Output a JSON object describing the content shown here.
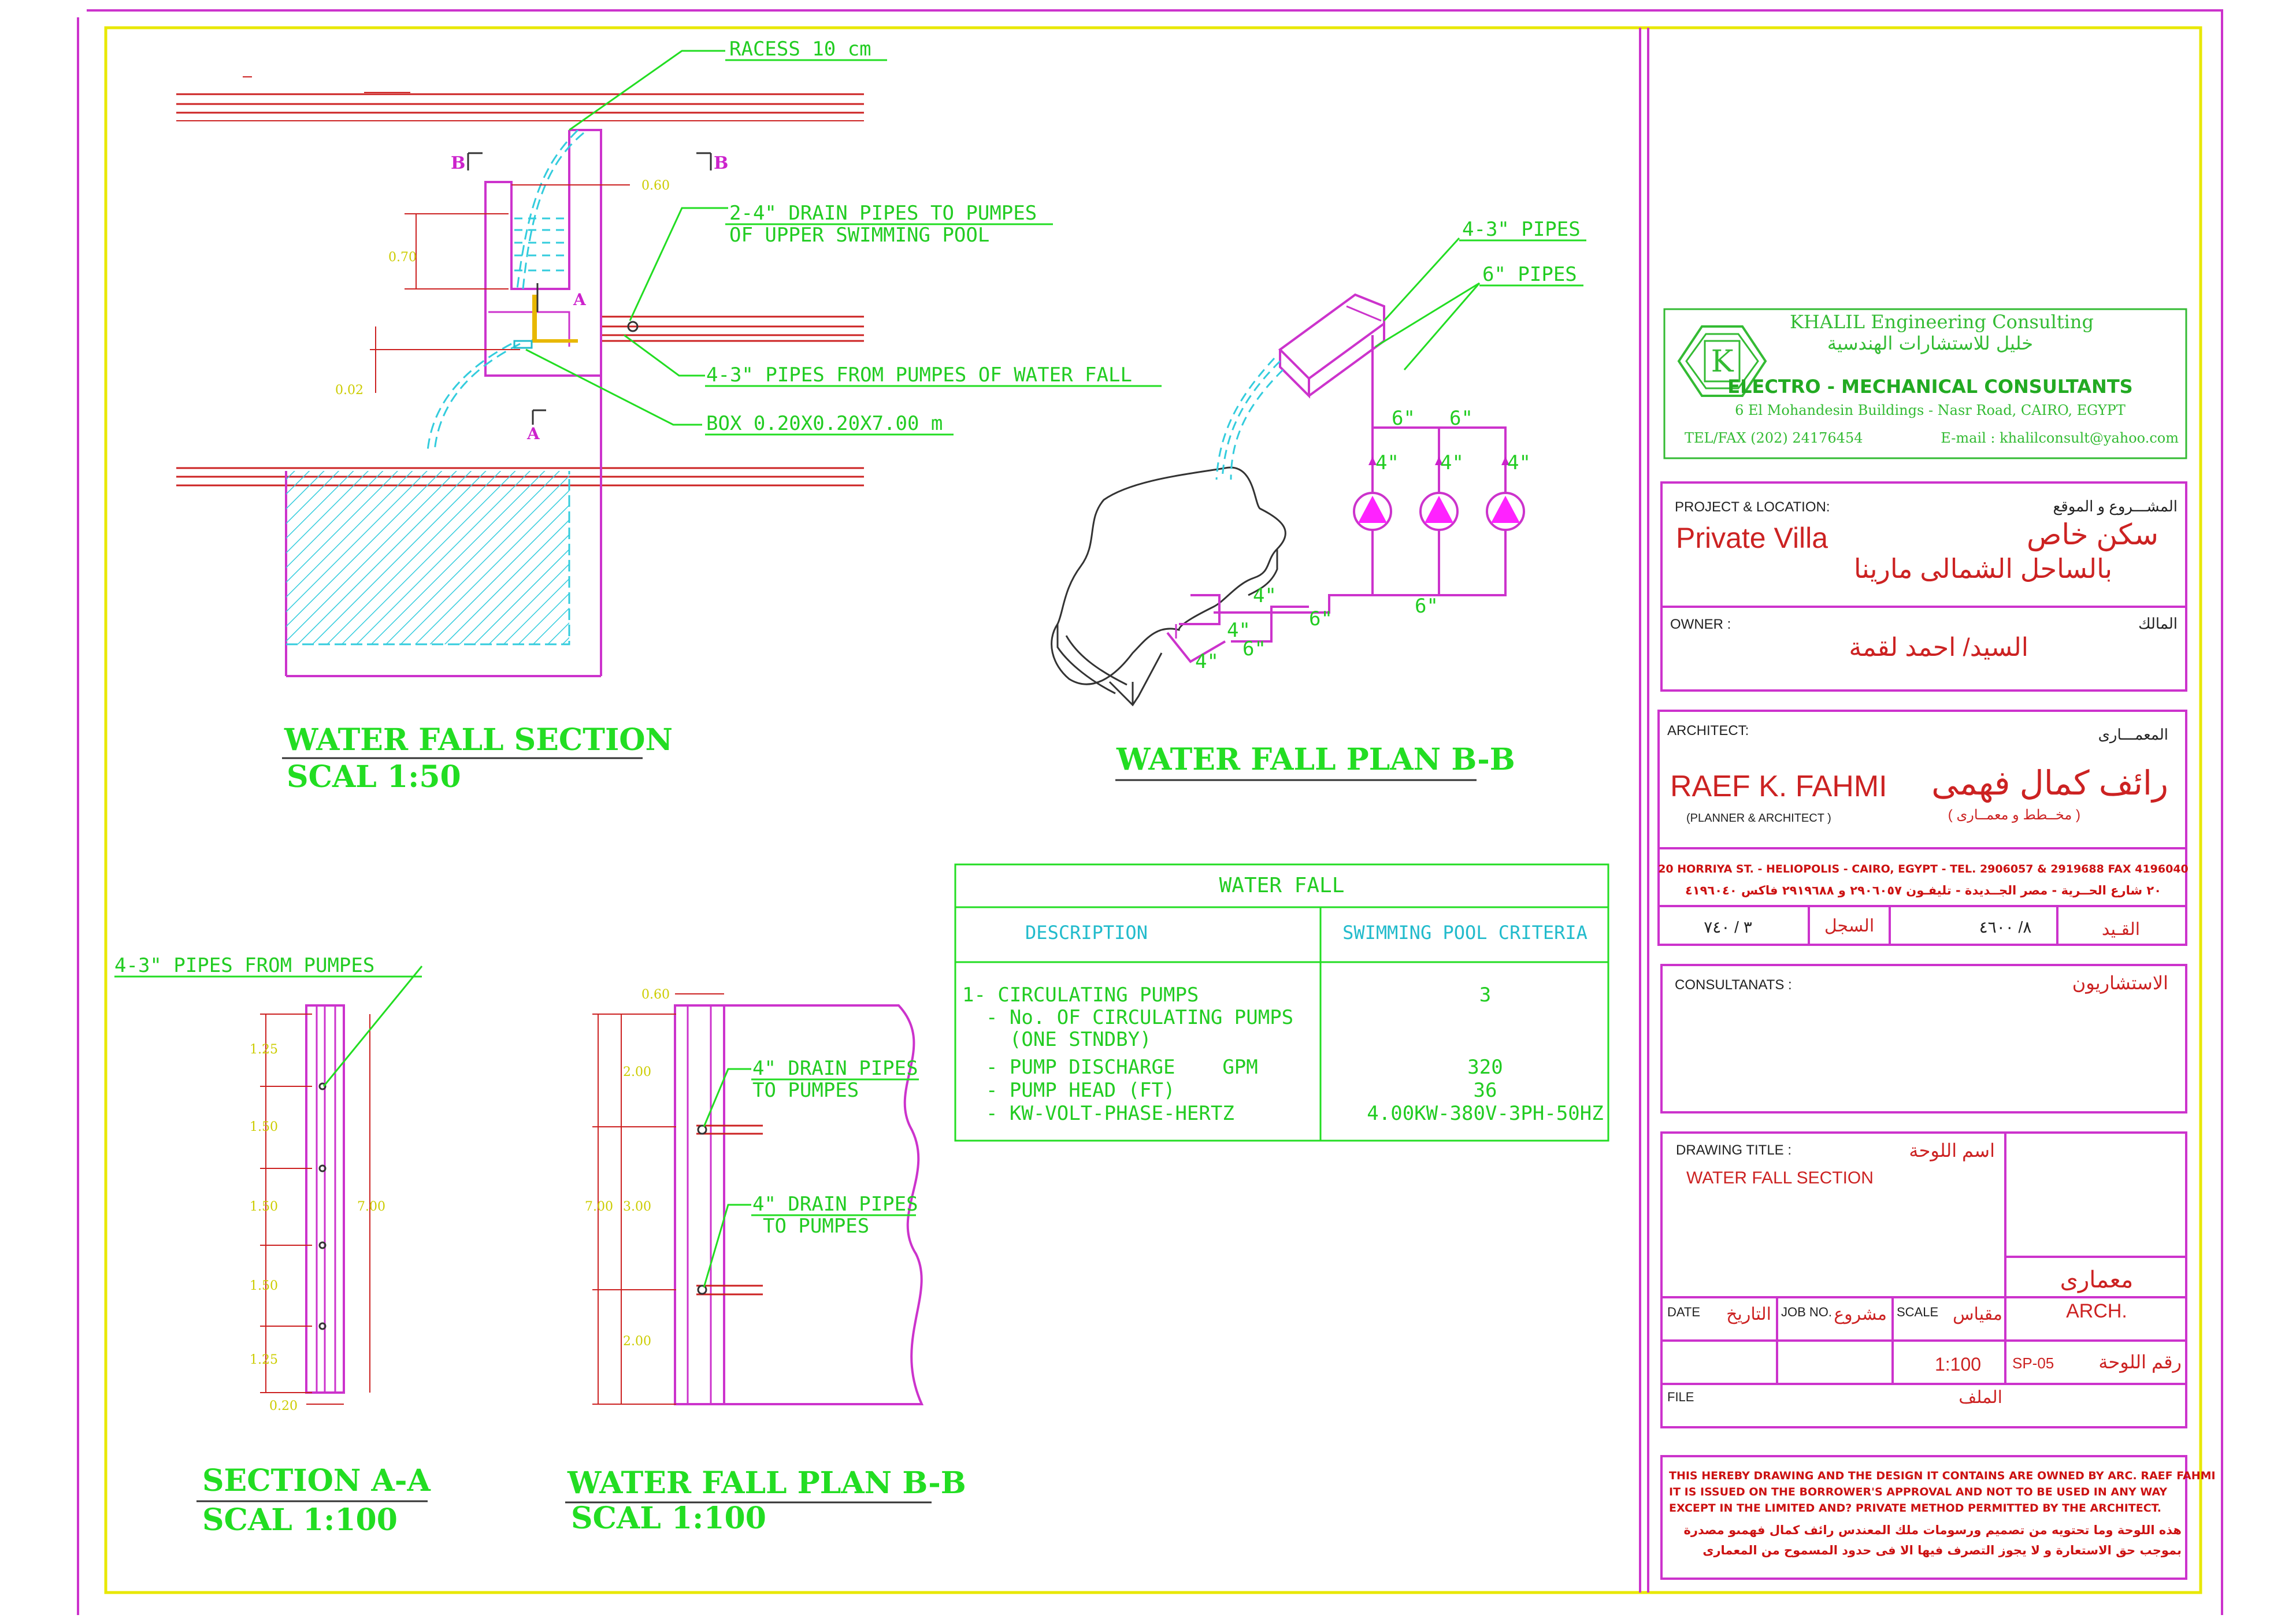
{
  "section": {
    "callout_recess": "RACESS 10 cm",
    "callout_drain_1": "2-4\" DRAIN PIPES TO PUMPES",
    "callout_drain_2": "OF UPPER SWIMMING POOL",
    "callout_pipes": "4-3\" PIPES FROM PUMPES OF WATER FALL",
    "callout_box": "BOX 0.20X0.20X7.00 m",
    "mark_b_left": "B",
    "mark_b_right": "B",
    "mark_a_top": "A",
    "mark_a_bottom": "A",
    "dim_060": "0.60",
    "dim_070": "0.70",
    "dim_002": "0.02",
    "title": "WATER FALL SECTION",
    "scale": "SCAL 1:50"
  },
  "plan_top": {
    "callout_pipes_3": "4-3\" PIPES",
    "callout_pipes_6": "6\" PIPES",
    "label_6a": "6\"",
    "label_6b": "6\"",
    "label_4a": "4\"",
    "label_4b": "4\"",
    "label_4c": "4\"",
    "label_6c": "6\"",
    "label_4d": "4\"",
    "label_4e": "4\"",
    "label_4f": "4\"",
    "label_6d": "6\"",
    "label_6e": "6\"",
    "title": "WATER FALL PLAN B-B"
  },
  "table": {
    "title": "WATER FALL",
    "col1": "DESCRIPTION",
    "col2": "SWIMMING POOL CRITERIA",
    "rows": [
      {
        "desc": "1- CIRCULATING PUMPS",
        "val": "3"
      },
      {
        "desc": "  - No. OF CIRCULATING PUMPS",
        "val": ""
      },
      {
        "desc": "    (ONE STNDBY)",
        "val": ""
      },
      {
        "desc": "  - PUMP DISCHARGE    GPM",
        "val": "320"
      },
      {
        "desc": "  - PUMP HEAD (FT)",
        "val": "36"
      },
      {
        "desc": "  - KW-VOLT-PHASE-HERTZ",
        "val": "4.00KW-380V-3PH-50HZ"
      }
    ]
  },
  "section_aa": {
    "callout": "4-3\" PIPES FROM PUMPES",
    "dims": [
      "1.25",
      "1.50",
      "1.50",
      "1.50",
      "1.25"
    ],
    "dim_total": "7.00",
    "dim_bottom": "0.20",
    "title": "SECTION A-A",
    "scale": "SCAL 1:100"
  },
  "plan_bb": {
    "callout_1a": "4\" DRAIN PIPES",
    "callout_1b": "TO PUMPES",
    "callout_2a": "4\" DRAIN PIPES",
    "callout_2b": "TO PUMPES",
    "dim_top": "0.60",
    "dims": [
      "2.00",
      "3.00",
      "2.00"
    ],
    "dim_total": "7.00",
    "title": "WATER FALL PLAN B-B",
    "scale": "SCAL 1:100"
  },
  "title_block": {
    "company_en": "KHALIL Engineering Consulting",
    "company_ar": "خليل للاستشارات الهندسية",
    "logo_letter": "K",
    "company_sub": "ELECTRO - MECHANICAL CONSULTANTS",
    "address": "6  El Mohandesin Buildings - Nasr Road, CAIRO, EGYPT",
    "telfax": "TEL/FAX (202) 24176454",
    "email": "E-mail : khalilconsult@yahoo.com",
    "project_label": "PROJECT & LOCATION:",
    "project_label_ar": "المشـــروع و الموقع",
    "project_name": "Private Villa",
    "project_name_ar": "سكن خاص",
    "project_location_ar": "بالساحل الشمالى   مارينا",
    "owner_label": "OWNER :",
    "owner_label_ar": "المالك",
    "owner_name_ar": "السيد/ احمد لقمة",
    "architect_label": "ARCHITECT:",
    "architect_label_ar": "المعمـــارى",
    "architect_name": "RAEF K. FAHMI",
    "architect_name_ar": "رائف كمال فهمى",
    "architect_role": "(PLANNER & ARCHITECT )",
    "architect_role_ar": "( مخــطط و معمــارى )",
    "architect_address": "20 HORRIYA ST. - HELIOPOLIS - CAIRO, EGYPT - TEL. 2906057 & 2919688 FAX 4196040",
    "architect_address_ar": "٢٠ شارع الحــرية - مصر الجــديدة - تليفـون ٢٩٠٦٠٥٧ و ٢٩١٩٦٨٨  فاكس ٤١٩٦٠٤٠",
    "reg_1": "٣ / ٧٤٠",
    "reg_1_label": "السجل",
    "reg_2": "٨/ ٤٦٠٠",
    "reg_2_label": "القـيد",
    "consultants_label": "CONSULTANATS :",
    "consultants_label_ar": "الاستشاريون",
    "drawing_title_label": "DRAWING TITLE :",
    "drawing_title_label_ar": "اسم اللوحة",
    "drawing_title": "WATER FALL SECTION",
    "arch_ar": "معمارى",
    "arch": "ARCH.",
    "date_label": "DATE",
    "date_label_ar": "التاريخ",
    "job_label": "JOB NO.",
    "job_label_ar": "مشروع",
    "scale_label": "SCALE",
    "scale_label_ar": "مقياس",
    "scale_value": "1:100",
    "sheet_no": "SP-05",
    "sheet_no_label_ar": "رقم اللوحة",
    "file_label": "FILE",
    "file_label_ar": "الملف",
    "disclaimer_en_1": "THIS HEREBY DRAWING AND THE DESIGN IT CONTAINS ARE OWNED BY ARC. RAEF FAHMI",
    "disclaimer_en_2": "IT IS ISSUED ON THE BORROWER'S APPROVAL AND NOT TO BE USED IN ANY WAY",
    "disclaimer_en_3": "EXCEPT IN THE LIMITED AND? PRIVATE METHOD PERMITTED BY THE ARCHITECT.",
    "disclaimer_ar_1": "هذه اللوحة وما تحتويه من تصميم ورسومات ملك المعندس رائف كمال فهمىو مصدرة",
    "disclaimer_ar_2": "بموجب حق الاستعارة  و لا يجوز  التصرف فيها الا فى حدود المسموح من المعمارى"
  },
  "colors": {
    "frame": "#cc33cc",
    "border": "#e8e800",
    "green": "#22dd22",
    "red": "#cc2222",
    "cyan": "#33ccdd"
  }
}
